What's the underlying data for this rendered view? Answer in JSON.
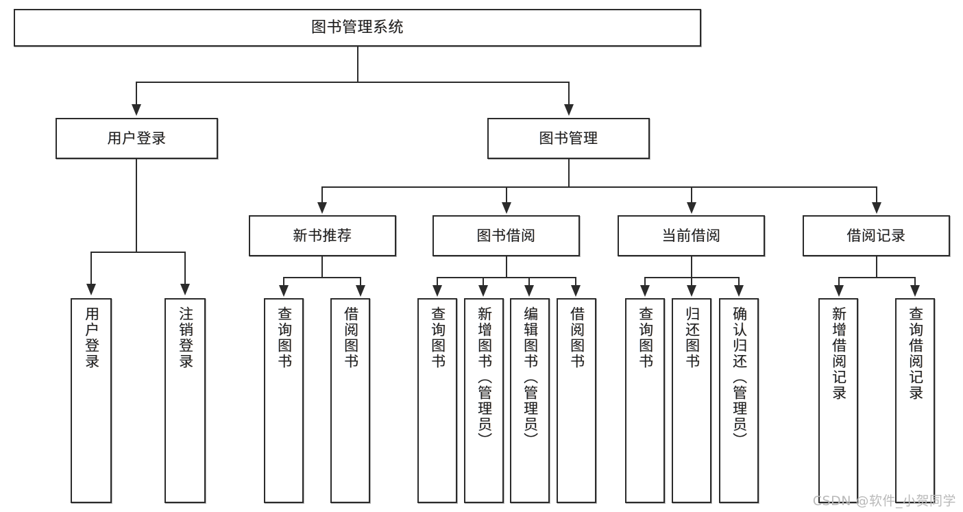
{
  "diagram": {
    "type": "tree",
    "title": "图书管理系统",
    "watermark": "CSDN @软件_小贺同学",
    "colors": {
      "box_border": "#2b2b2b",
      "box_fill": "#ffffff",
      "connector": "#2b2b2b",
      "text": "#1d1d1d",
      "watermark": "#b9b9b9",
      "background": "#ffffff"
    },
    "root": {
      "label": "图书管理系统"
    },
    "level2": [
      {
        "label": "用户登录"
      },
      {
        "label": "图书管理"
      }
    ],
    "level3": [
      {
        "label": "新书推荐"
      },
      {
        "label": "图书借阅"
      },
      {
        "label": "当前借阅"
      },
      {
        "label": "借阅记录"
      }
    ],
    "leaves": {
      "user_login": [
        {
          "label": "用户登录"
        },
        {
          "label": "注销登录"
        }
      ],
      "new_book_recommend": [
        {
          "label": "查询图书"
        },
        {
          "label": "借阅图书"
        }
      ],
      "book_borrow": [
        {
          "label": "查询图书"
        },
        {
          "label": "新增图书（管理员）"
        },
        {
          "label": "编辑图书（管理员）"
        },
        {
          "label": "借阅图书"
        }
      ],
      "current_borrow": [
        {
          "label": "查询图书"
        },
        {
          "label": "归还图书"
        },
        {
          "label": "确认归还（管理员）"
        }
      ],
      "borrow_record": [
        {
          "label": "新增借阅记录"
        },
        {
          "label": "查询借阅记录"
        }
      ]
    }
  }
}
